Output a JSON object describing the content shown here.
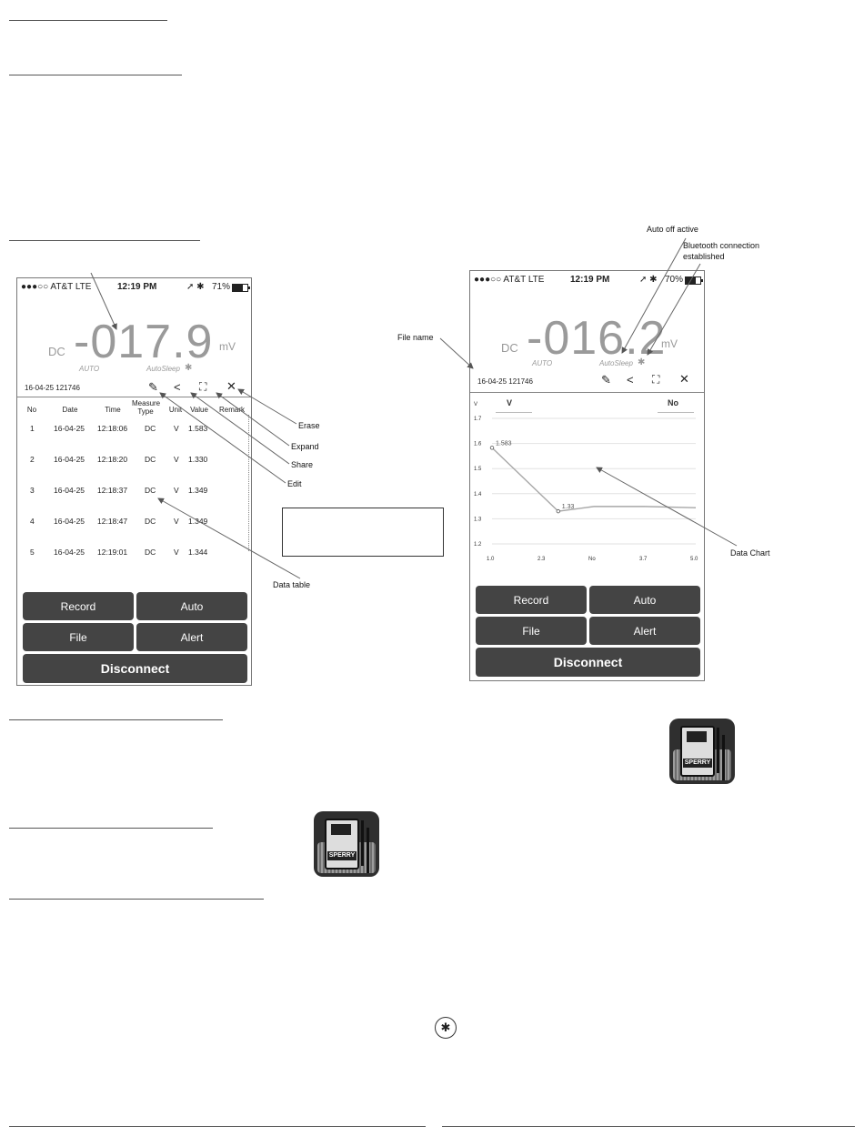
{
  "phone1": {
    "status": {
      "carrier": "●●●○○ AT&T  LTE",
      "time": "12:19 PM",
      "icons": "➚ ✱",
      "battery": "71%",
      "battery_level": 0.71
    },
    "reading": {
      "mode": "DC",
      "value": "-017.9",
      "unit": "mV",
      "auto": "AUTO",
      "autosleep": "AutoSleep"
    },
    "file_name": "16-04-25 121746",
    "table": {
      "headers": [
        "No",
        "Date",
        "Time",
        "Measure Type",
        "Unit",
        "Value",
        "Remark"
      ],
      "rows": [
        [
          "1",
          "16-04-25",
          "12:18:06",
          "DC",
          "V",
          "1.583"
        ],
        [
          "2",
          "16-04-25",
          "12:18:20",
          "DC",
          "V",
          "1.330"
        ],
        [
          "3",
          "16-04-25",
          "12:18:37",
          "DC",
          "V",
          "1.349"
        ],
        [
          "4",
          "16-04-25",
          "12:18:47",
          "DC",
          "V",
          "1.349"
        ],
        [
          "5",
          "16-04-25",
          "12:19:01",
          "DC",
          "V",
          "1.344"
        ]
      ]
    },
    "buttons": {
      "record": "Record",
      "auto": "Auto",
      "file": "File",
      "alert": "Alert",
      "disconnect": "Disconnect"
    }
  },
  "phone2": {
    "status": {
      "carrier": "●●●○○ AT&T  LTE",
      "time": "12:19 PM",
      "icons": "➚ ✱",
      "battery": "70%",
      "battery_level": 0.7
    },
    "reading": {
      "mode": "DC",
      "value": "-016.2",
      "unit": "mV",
      "auto": "AUTO",
      "autosleep": "AutoSleep"
    },
    "file_name": "16-04-25 121746",
    "chart_header": {
      "unit": "V",
      "no": "No"
    },
    "buttons": {
      "record": "Record",
      "auto": "Auto",
      "file": "File",
      "alert": "Alert",
      "disconnect": "Disconnect"
    }
  },
  "chart_data": {
    "type": "line",
    "x": [
      1.0,
      2.3,
      3.0,
      4.0,
      5.0
    ],
    "values": [
      1.583,
      1.33,
      1.349,
      1.349,
      1.344
    ],
    "point_labels": [
      "1.583",
      "1.33",
      "",
      "",
      ""
    ],
    "ylabel": "V",
    "ylim": [
      1.2,
      1.7
    ],
    "yticks": [
      "1.7",
      "1.6",
      "1.5",
      "1.4",
      "1.3",
      "1.2"
    ],
    "xlim": [
      1.0,
      5.0
    ],
    "xticks": [
      "1.0",
      "2.3",
      "No",
      "3.7",
      "5.0"
    ],
    "grid": true
  },
  "annotations": {
    "erase": "Erase",
    "expand": "Expand",
    "share": "Share",
    "edit": "Edit",
    "data_table": "Data table",
    "auto_off": "Auto off active",
    "bluetooth_line1": "Bluetooth connection",
    "bluetooth_line2": "established",
    "file_name": "File name",
    "data_chart": "Data Chart"
  },
  "app_icon": {
    "brand": "SPERRY"
  }
}
